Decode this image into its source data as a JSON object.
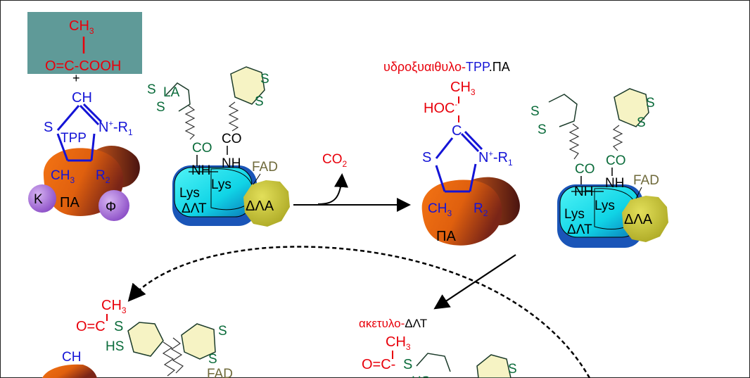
{
  "colors": {
    "red": "#e8000b",
    "blue": "#1414d6",
    "green": "#0a6b3a",
    "olive": "#6f6a3b",
    "black": "#000000",
    "box": "#5f9a98",
    "enzyme_orange": "#f06a10",
    "enzyme_dark": "#6b1f18",
    "cyan": "#12e6ee",
    "yellow_green": "#c9c52a",
    "lilac": "#a565d8",
    "pale_yellow": "#f6f3c4"
  },
  "pyruvate": {
    "ch3": "CH",
    "ch3_sub": "3",
    "bond": "|",
    "formula": "O=C-COOH",
    "plus": "+"
  },
  "tpp1": {
    "ch": "CH",
    "s": "S",
    "n": "N",
    "n_sup": "+",
    "r1": "-R",
    "r1_sub": "1",
    "label": "TPP",
    "ch3": "CH",
    "ch3_sub": "3",
    "r2": "R",
    "r2_sub": "2",
    "enzyme": "ΠΑ",
    "k": "K",
    "phi": "Φ"
  },
  "complex1": {
    "s_top": "S",
    "la": "LA",
    "s_bottom": "S",
    "ring_s1": "S",
    "ring_s2": "S",
    "co_left": "CO",
    "co_right": "CO",
    "nh_left": "NH",
    "nh_right": "NH",
    "fad": "FAD",
    "lys_left": "Lys",
    "lys_right": "Lys",
    "dlt": "ΔΛΤ",
    "dla": "ΔΛΑ"
  },
  "co2": {
    "text": "CO",
    "sub": "2"
  },
  "intermediate": {
    "title_red": "υδροξυαιθυλο-",
    "title_blue": "TPP",
    "title_black": ".ΠΑ",
    "ch3": "CH",
    "ch3_sub": "3",
    "hoc": "HOC",
    "hoc_sup": "-",
    "c": "C",
    "s": "S",
    "n": "N",
    "n_sup": "+",
    "r1": "-R",
    "r1_sub": "1",
    "ch3b": "CH",
    "ch3b_sub": "3",
    "r2": "R",
    "r2_sub": "2",
    "enzyme": "ΠΑ"
  },
  "complex2": {
    "s1": "S",
    "s2": "S",
    "s3": "S",
    "s4": "S",
    "co_left": "CO",
    "co_right": "CO",
    "nh_left": "NH",
    "nh_right": "NH",
    "fad": "FAD",
    "lys_left": "Lys",
    "lys_right": "Lys",
    "dlt": "ΔΛΤ",
    "dla": "ΔΛΑ"
  },
  "acetyl": {
    "title_red": "ακετυλο-",
    "title_black": "ΔΛΤ",
    "ch3": "CH",
    "ch3_sub": "3",
    "formula": "O=C-",
    "s": "S",
    "hs_partial": "HS",
    "ring_s": "S"
  },
  "bottom_left": {
    "ch3": "CH",
    "ch3_sub": "3",
    "oc": "O=C",
    "s": "S",
    "hs": "HS",
    "ring_s1": "S",
    "ring_s2": "S",
    "fad": "FAD",
    "ch": "CH"
  }
}
